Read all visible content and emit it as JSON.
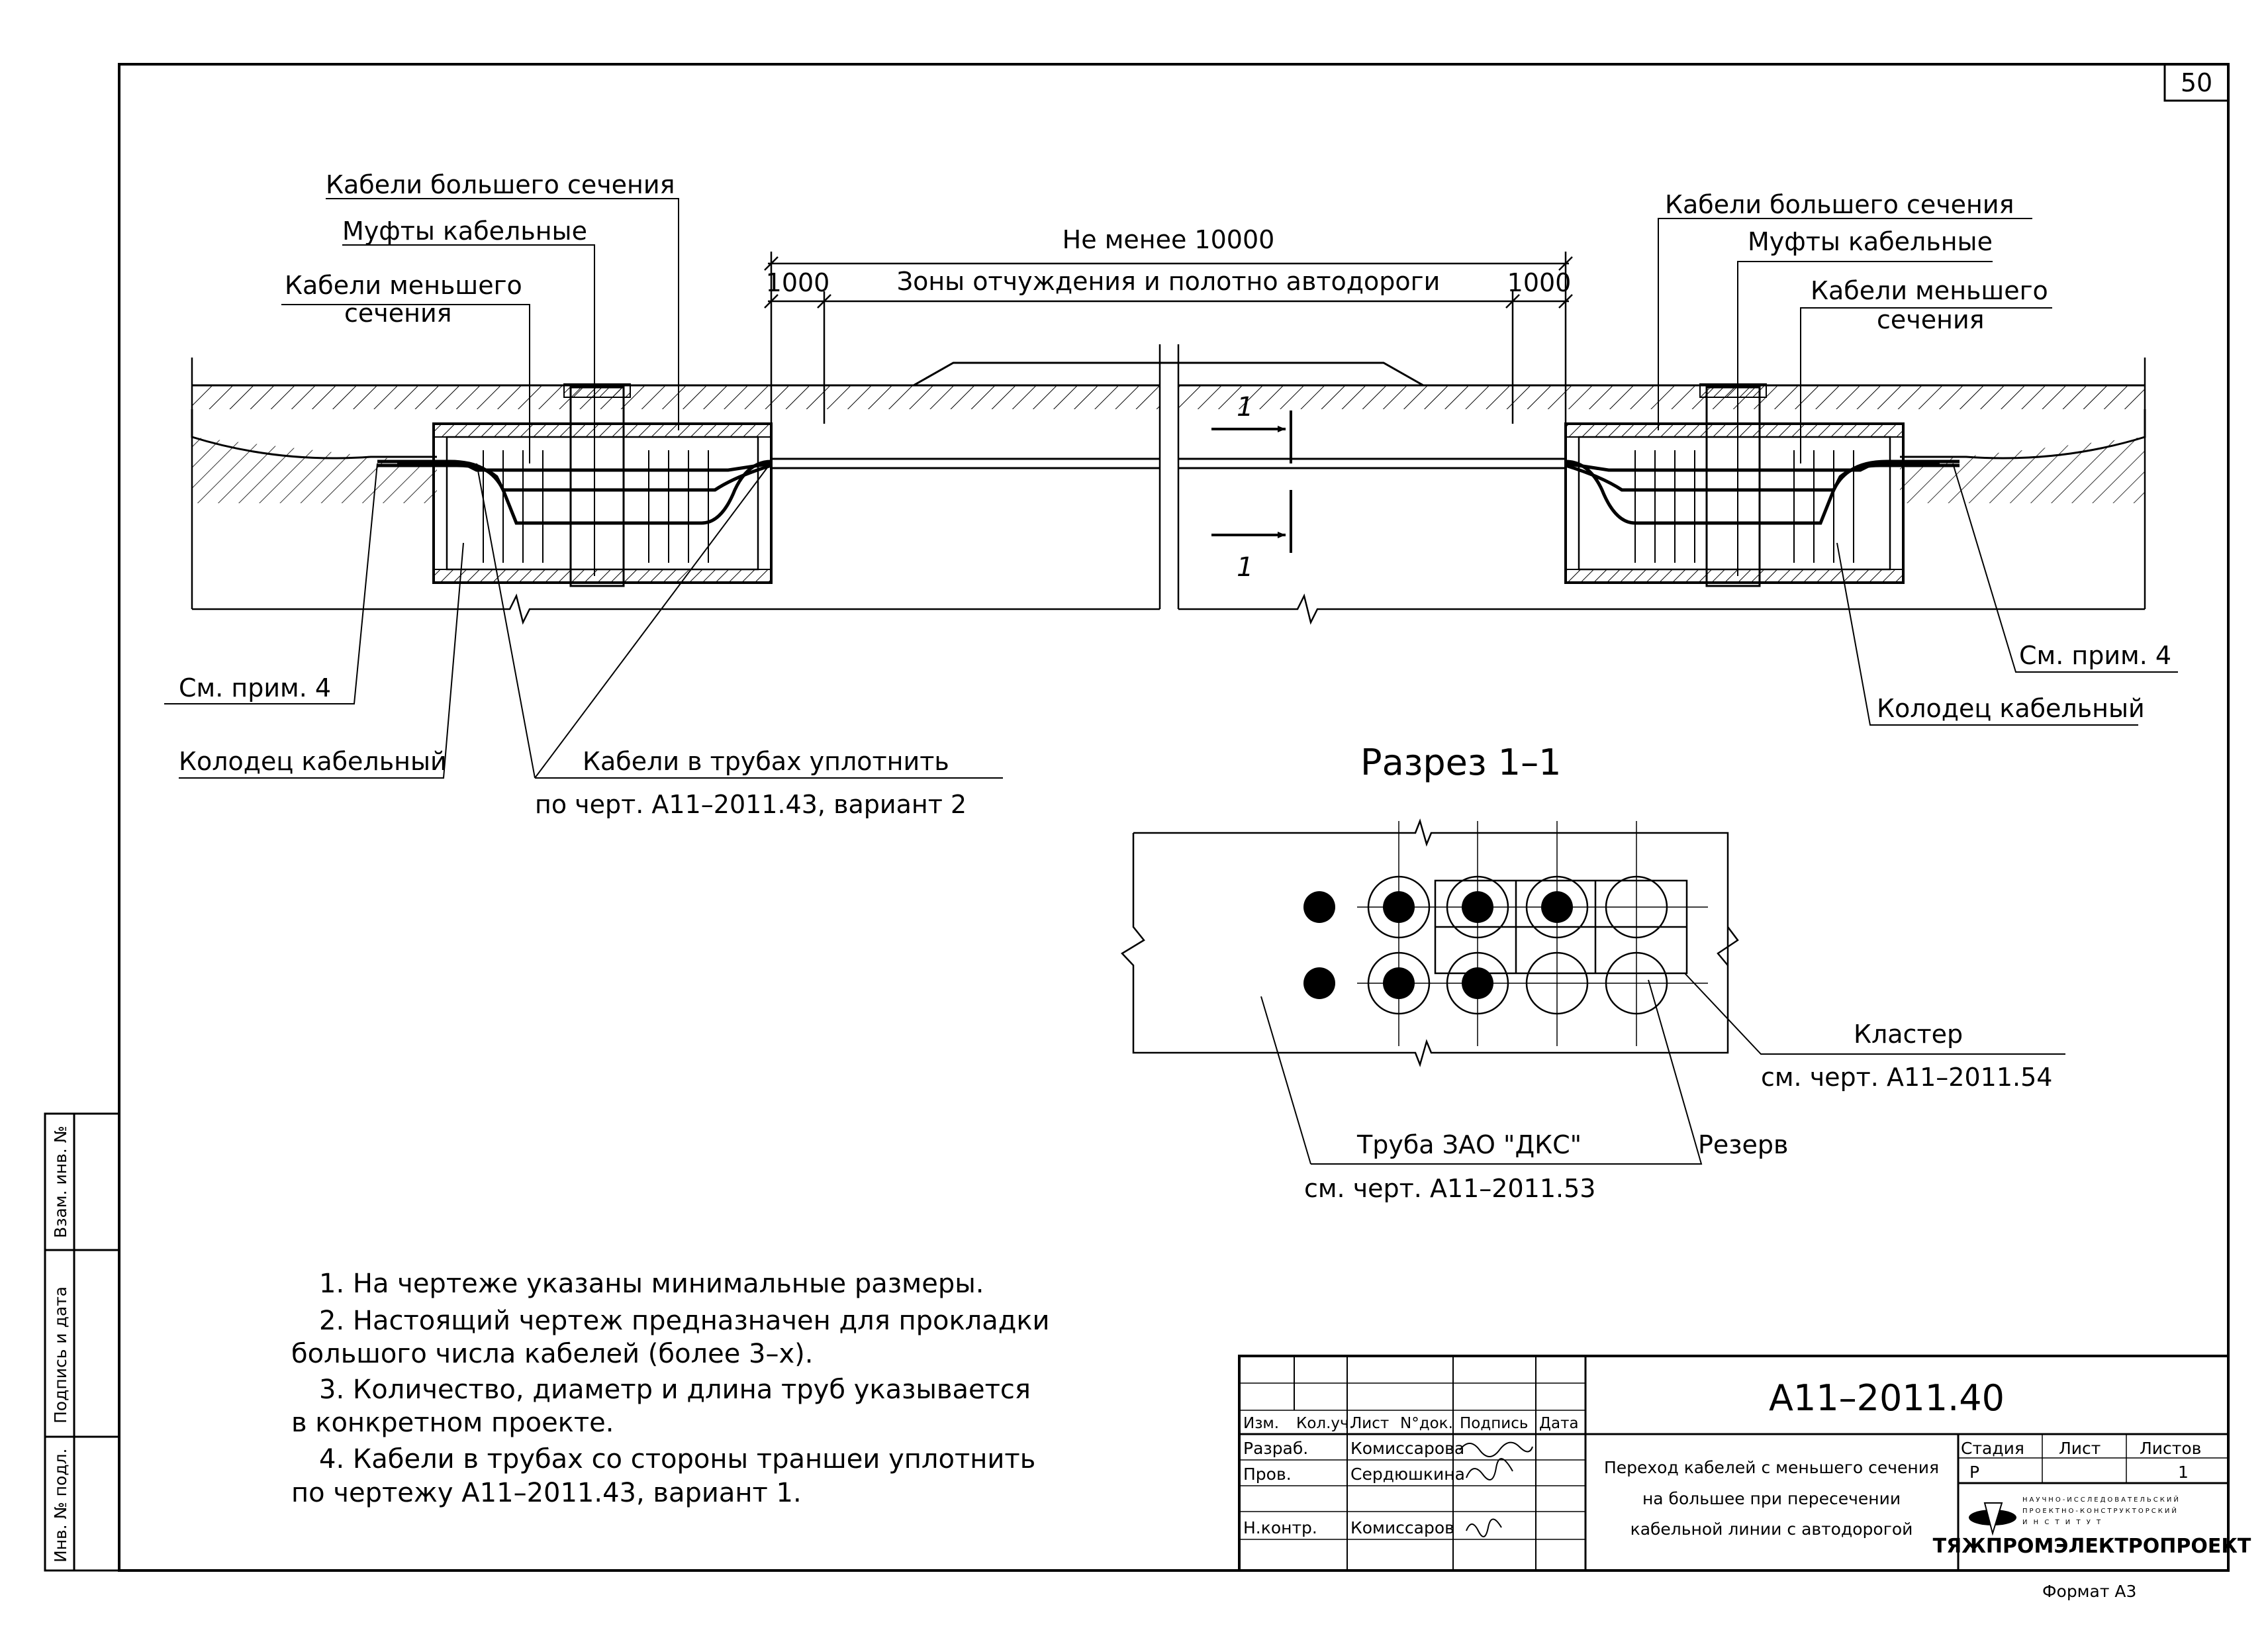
{
  "sheet_number": "50",
  "format_label": "Формат А3",
  "side_stamp": {
    "vzam_inv": "Взам. инв. №",
    "podpis_data": "Подпись и дата",
    "inv_podl": "Инв. № подл."
  },
  "plan": {
    "dim_total": "Не менее 10000",
    "dim_left": "1000",
    "dim_right": "1000",
    "dim_zone": "Зоны отчуждения и полотно автодороги",
    "section_mark": "1",
    "left": {
      "cables_large": "Кабели большего сечения",
      "couplings": "Муфты кабельные",
      "cables_small_1": "Кабели меньшего",
      "cables_small_2": "сечения",
      "see_note": "См. прим. 4",
      "well": "Колодец кабельный"
    },
    "right": {
      "cables_large": "Кабели большего сечения",
      "couplings": "Муфты кабельные",
      "cables_small_1": "Кабели меньшего",
      "cables_small_2": "сечения",
      "see_note": "См. прим. 4",
      "well": "Колодец кабельный"
    },
    "pipes_label_1": "Кабели в трубах уплотнить",
    "pipes_label_2": "по черт. А11–2011.43, вариант 2"
  },
  "section": {
    "title": "Разрез 1–1",
    "cluster": "Кластер",
    "cluster_ref": "см. черт. А11–2011.54",
    "pipe": "Труба ЗАО \"ДКС\"",
    "pipe_ref": "см. черт. А11–2011.53",
    "reserve": "Резерв"
  },
  "notes": [
    "1.   На чертеже указаны минимальные размеры.",
    "2.   Настоящий чертеж предназначен для прокладки",
    "большого числа кабелей (более 3–х).",
    "3.   Количество, диаметр и длина труб указывается",
    "в конкретном проекте.",
    "4.   Кабели в трубах со стороны траншеи уплотнить",
    "по чертежу А11–2011.43, вариант 1."
  ],
  "title_block": {
    "doc_code": "А11–2011.40",
    "title_1": "Переход кабелей с меньшего сечения",
    "title_2": "на большее при пересечении",
    "title_3": "кабельной линии с автодорогой",
    "headers": [
      "Изм.",
      "Кол.уч.",
      "Лист",
      "N°док.",
      "Подпись",
      "Дата"
    ],
    "rows": [
      {
        "role": "Разраб.",
        "name": "Комиссарова"
      },
      {
        "role": "Пров.",
        "name": "Сердюшкина"
      },
      {
        "role": "Н.контр.",
        "name": "Комиссаров"
      }
    ],
    "stage_label": "Стадия",
    "sheet_label": "Лист",
    "sheets_label": "Листов",
    "stage": "Р",
    "sheets": "1",
    "org_small_1": "НАУЧНО-ИССЛЕДОВАТЕЛЬСКИЙ",
    "org_small_2": "ПРОЕКТНО-КОНСТРУКТОРСКИЙ",
    "org_small_3": "И Н С Т И Т У Т",
    "org": "ТЯЖПРОМЭЛЕКТРОПРОЕКТ"
  }
}
